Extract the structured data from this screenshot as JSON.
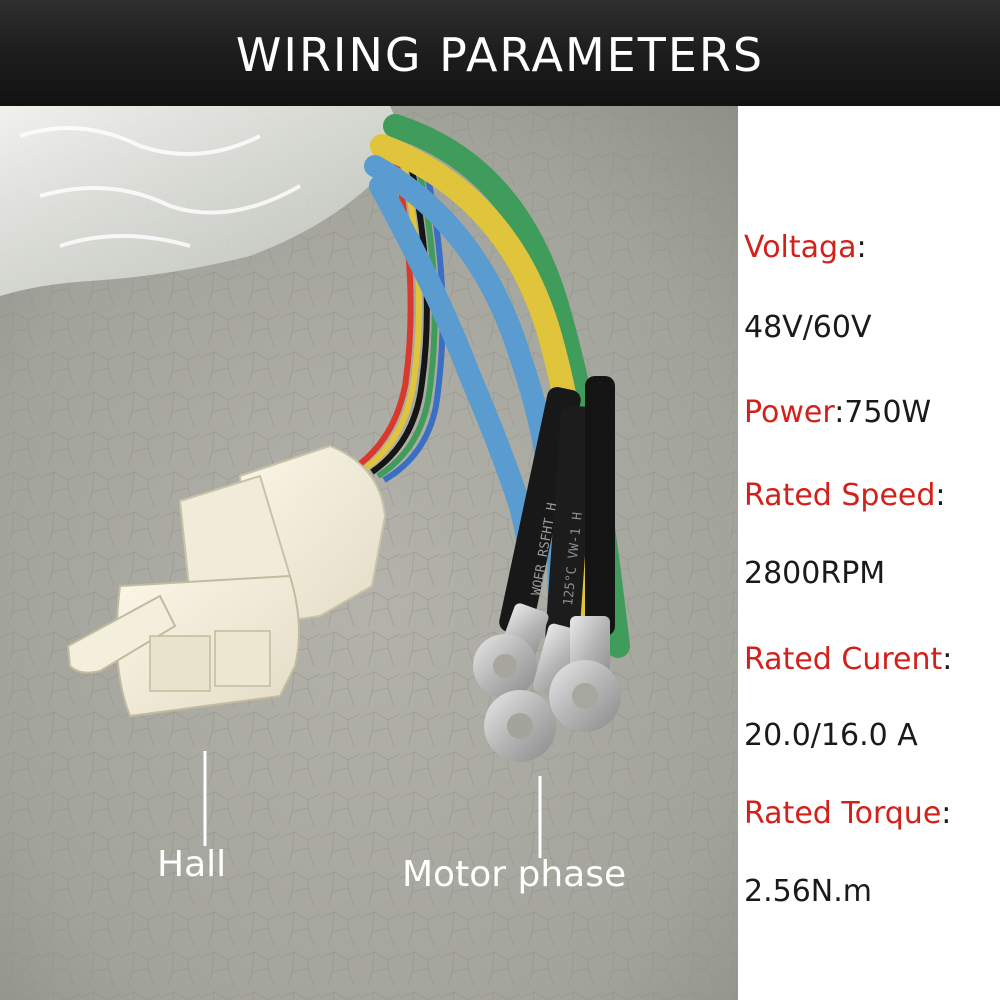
{
  "banner": {
    "title": "WIRING PARAMETERS"
  },
  "photo": {
    "hall_label": "Hall",
    "motor_phase_label": "Motor phase",
    "sleeve_text_1": "WOER RSFHT H",
    "sleeve_text_2": "125°C VW-1 H"
  },
  "specs": {
    "voltage": {
      "key": "Voltaga",
      "sep": ":",
      "value": "48V/60V"
    },
    "power": {
      "key": "Power",
      "sep": ":",
      "value": "750W"
    },
    "rated_speed": {
      "key": "Rated Speed",
      "sep": ":",
      "value": "2800RPM"
    },
    "rated_current": {
      "key": "Rated Curent",
      "sep": ":",
      "value": "20.0/16.0 A"
    },
    "rated_torque": {
      "key": "Rated Torque",
      "sep": ":",
      "value": "2.56N.m"
    }
  },
  "colors": {
    "spec_key": "#d2211b",
    "spec_value": "#1a1a1a",
    "banner_bg": "#1d1d1d",
    "leather_bg": "#a9aaa1",
    "wire_green": "#3f9c5a",
    "wire_yellow": "#e0c43c",
    "wire_blue": "#5a9ccf",
    "wire_red": "#d8392c",
    "wire_black": "#151515"
  }
}
